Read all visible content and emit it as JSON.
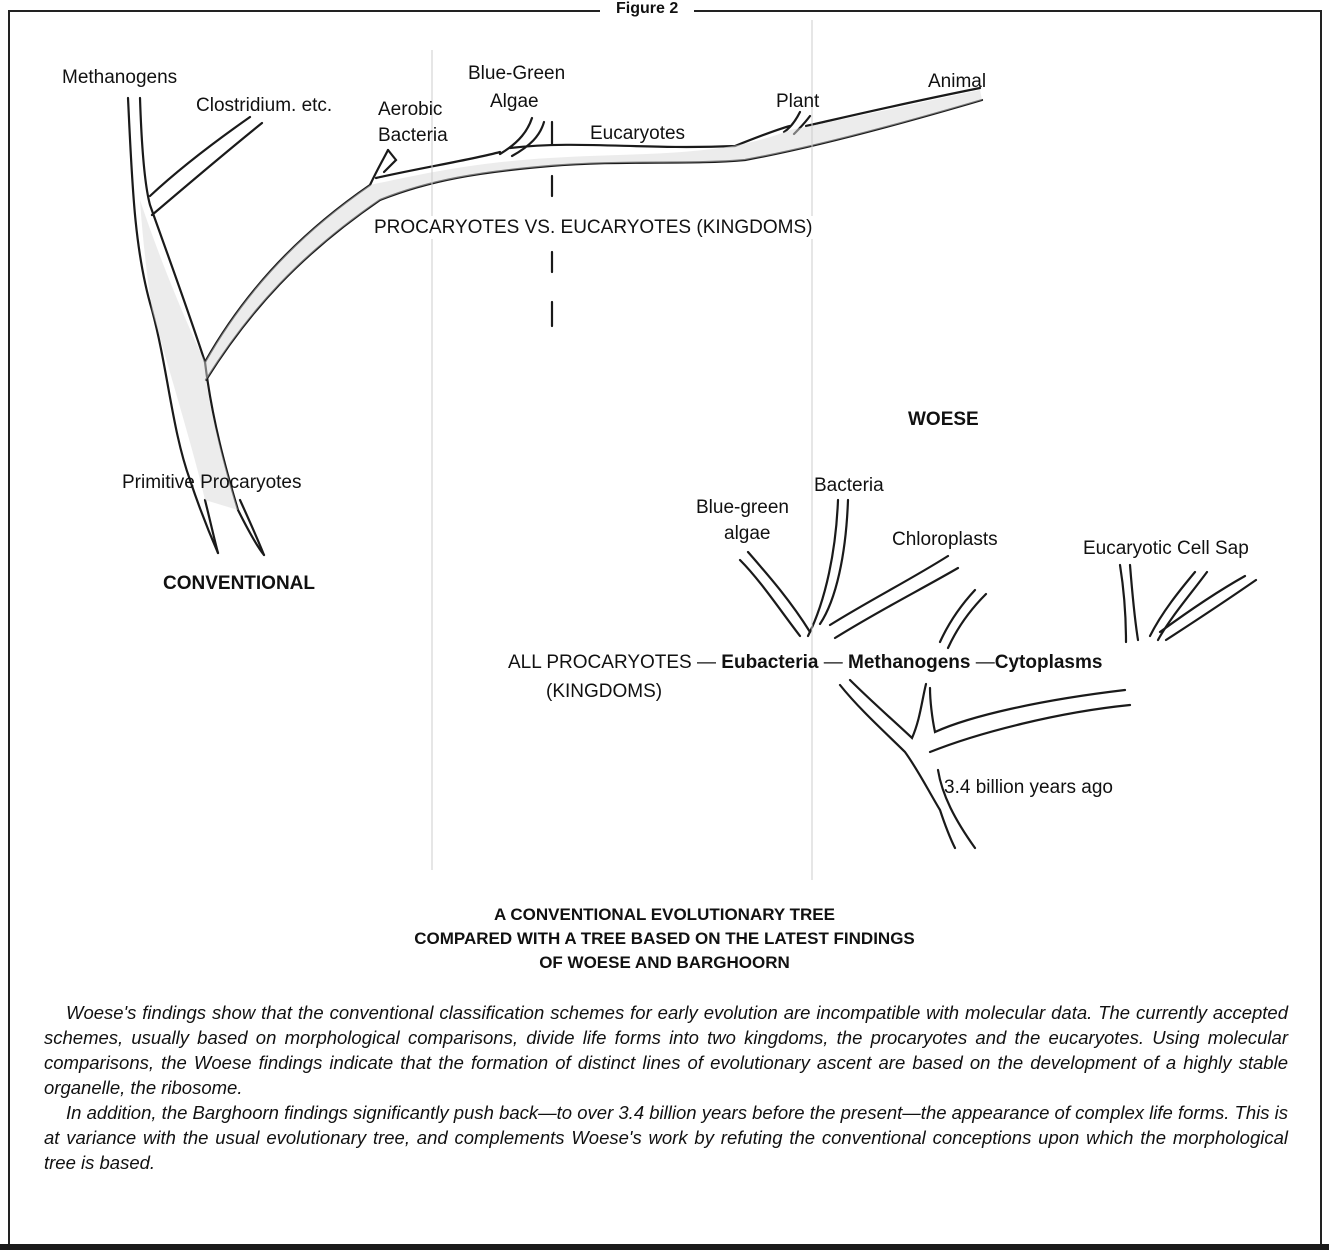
{
  "figure_label": "Figure 2",
  "conventional": {
    "heading": "CONVENTIONAL",
    "labels": {
      "methanogens": "Methanogens",
      "clostridium": "Clostridium. etc.",
      "aerobic": "Aerobic",
      "bacteria": "Bacteria",
      "blue_green": "Blue-Green",
      "algae": "Algae",
      "eucaryotes": "Eucaryotes",
      "plant": "Plant",
      "animal": "Animal",
      "kingdoms_divider": "PROCARYOTES VS. EUCARYOTES (KINGDOMS)",
      "primitive": "Primitive Procaryotes"
    }
  },
  "woese": {
    "heading": "WOESE",
    "labels": {
      "bacteria": "Bacteria",
      "blue_green_1": "Blue-green",
      "blue_green_2": "algae",
      "chloroplasts": "Chloroplasts",
      "eucaryotic_cell_sap": "Eucaryotic Cell Sap",
      "all_procaryotes": "ALL PROCARYOTES",
      "kingdoms": "(KINGDOMS)",
      "eubacteria": "Eubacteria",
      "methanogens": "Methanogens",
      "cytoplasms": "Cytoplasms",
      "age": "3.4 billion years ago"
    }
  },
  "caption": {
    "line1": "A CONVENTIONAL EVOLUTIONARY TREE",
    "line2": "COMPARED WITH A TREE BASED ON THE LATEST FINDINGS",
    "line3": "OF WOESE AND BARGHOORN"
  },
  "body": {
    "paragraph1": "Woese's findings show that the conventional classification schemes for early evolution are incompatible with molecular data. The currently accepted schemes, usually based on morphological comparisons, divide life forms into two kingdoms, the procaryotes and the eucaryotes. Using molecular comparisons, the Woese findings indicate that the formation of distinct lines of evolutionary ascent are based on the development of a highly stable organelle, the ribosome.",
    "paragraph2": "In addition, the Barghoorn findings significantly push back—to over 3.4 billion years before the present—the appearance of complex life forms. This is at variance with the usual evolutionary tree, and complements Woese's work by refuting the conventional conceptions upon which the morphological tree is based."
  }
}
